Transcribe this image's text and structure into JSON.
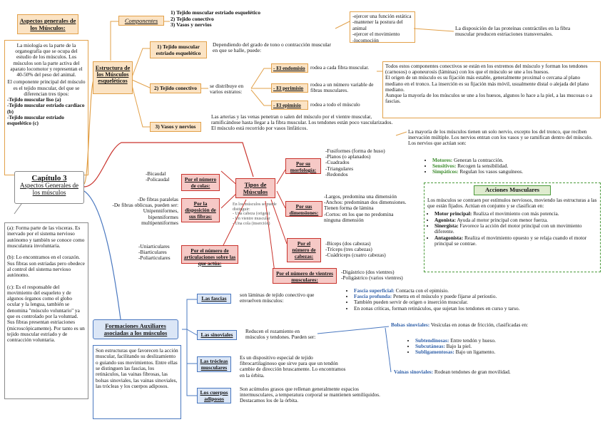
{
  "colors": {
    "orange": "#e2a14a",
    "red": "#c9332c",
    "blue": "#4a78c0",
    "green": "#4a9a3a"
  },
  "center": {
    "title": "Capítulo 3",
    "subtitle": "Aspectos Generales de los músculos"
  },
  "left": {
    "heading": "Aspectos generales de los Músculos:",
    "intro": "La miología es la parte de la organografía que se ocupa del estudio de los músculos. Los músculos son la parte activa del aparato locomotor y representan el 40-50% del peso del animal.",
    "types_intro": "El componente principal del músculo es el tejido muscular, del que se diferencian tres tipos:",
    "types": [
      "-Tejido muscular liso (a)",
      "-Tejido muscular estriado cardíaco (b)",
      "-Tejido muscular estriado esquelético (c)"
    ],
    "notes": [
      "(a): Forma parte de las vísceras. Es inervado por el sistema nervioso autónomo y también se conoce como musculatura involuntaria.",
      "(b): Lo encontramos en el corazón. Sus fibras son estriadas pero obedece al control del sistema nervioso autónomo.",
      "(c): Es el responsable del movimiento del esqueleto y de algunos órganos como el globo ocular y la lengua, también se denomina \"músculo voluntario\" ya que es controlado por la voluntad. Sus fibras presentan estriaciones (microscópicamente). Por tanto es un tejido muscular estriado y de contracción voluntaria."
    ]
  },
  "estructura": {
    "title": "Estructura de los Músculos esqueléticos",
    "componentes_label": "Componentes",
    "componentes": [
      "1) Tejido muscular estriado esquelético",
      "2) Tejido conectivo",
      "3) Vasos y nervios"
    ],
    "n1_label": "1) Tejido muscular estriado esquelético",
    "n1_text": "Dependiendo del grado de tono o contracción muscular en que se halle, puede:",
    "n1_list": [
      "-ejercer una función estática",
      "-mantener la postura del animal",
      "-ejercer el movimiento",
      "-locomoción"
    ],
    "n1_result": "La disposición de las proteínas contráctiles en la fibra muscular producen estriaciones transversales.",
    "n2_label": "2) Tejido conectivo",
    "n2_text": "se distribuye en varios estratos:",
    "endo_label": "- El endomisio",
    "endo_text": "rodea a cada fibra muscular.",
    "peri_label": "- El perimisio",
    "peri_text": "rodea a un número variable de fibras musculares.",
    "epi_label": "- El epimisio",
    "epi_text": "rodea a todo el músculo",
    "conective_note": [
      "Todos estos componentes conectivos se están en los extremos del músculo y forman los tendones (carnosos) o aponeurosis (láminas) con los que el músculo se une a los huesos.",
      "El origen de un músculo es su fijación más estable, generalmente proximal o cercana al plano mediano en el tronco. La inserción es su fijación más móvil, usualmente distal o alejada del plano mediano.",
      "Aunque la mayoría de los músculos se une a los huesos, algunos lo hace a la piel, a las mucosas o a fascias."
    ],
    "n3_label": "3) Vasos y nervios",
    "n3_text": "Las arterias y las venas penetran o salen del músculo por el vientre muscular, ramificándose hasta llegar a la fibra muscular. Los tendones están poco vascularizados. El músculo está recorrido por vasos linfáticos.",
    "n3_note": "La mayoría de los músculos tienen un solo nervio, excepto los del tronco, que reciben inervación múltiple. Los nervios entran con los vasos y se ramifican dentro del músculo. Los nervios que actúan son:",
    "nerves": [
      {
        "name": "Motores:",
        "text": "Generan la contracción."
      },
      {
        "name": "Sensitivos:",
        "text": "Recogen la sensibilidad."
      },
      {
        "name": "Simpáticos:",
        "text": "Regulan los vasos sanguíneos."
      }
    ]
  },
  "acciones": {
    "title": "Acciones Musculares",
    "intro": "Los músculos se contraen por estímulos nerviosos, moviendo las estructuras a las que están fijados. Actúan en conjunto y se clasifican en:",
    "items": [
      {
        "name": "Motor principal:",
        "text": "Realiza el movimiento con más potencia."
      },
      {
        "name": "Agonista:",
        "text": "Ayuda al motor principal con menor fuerza."
      },
      {
        "name": "Sinergista:",
        "text": "Favorece la acción del motor principal con un movimiento diferente."
      },
      {
        "name": "Antagonista:",
        "text": "Realiza el movimiento opuesto y se relaja cuando el motor principal se contrae."
      }
    ]
  },
  "tipos": {
    "title": "Tipos de Músculos",
    "distinguish": "En los músculos se puede distinguir:",
    "parts": [
      "- Una cabeza (origen)",
      "- Un vientre muscular",
      "- Una cola (inserción)"
    ],
    "colas": {
      "label": "Por el número de colas:",
      "items": [
        "-Bicaudal",
        "-Policaudal"
      ]
    },
    "fibras": {
      "label": "Por la disposición de sus fibras:",
      "items": [
        "-De fibras paralelas",
        "-De fibras oblicuas, pueden ser:",
        "Unipenniformes,",
        "bipenniformes",
        "multipenniformes"
      ]
    },
    "articulaciones": {
      "label": "Por el número de articulaciones sobre las que actúa:",
      "items": [
        "-Uniarticulares",
        "-Biarticulares",
        "-Poliarticulares"
      ]
    },
    "morfologia": {
      "label": "Por su morfología:",
      "items": [
        "-Fusiformes (forma de huso)",
        "-Planos (o aplanados)",
        "-Cuadrados",
        "-Triangulares",
        "-Redondos"
      ]
    },
    "dimensiones": {
      "label": "Por sus dimensiones:",
      "items": [
        "-Largos, predomina una dimensión",
        "-Anchos: predominan dos dimensiones.",
        "Tienen forma de lámina",
        "-Cortos: en los que no predomina",
        "ninguna dimensión"
      ]
    },
    "cabezas": {
      "label": "Por el número de cabezas:",
      "items": [
        "-Bíceps (dos cabezas)",
        "-Tríceps (tres cabezas)",
        "-Cuádriceps (cuatro cabezas)"
      ]
    },
    "vientres": {
      "label": "Por el número de vientres musculares:",
      "items": [
        "-Digástrico (dos vientres)",
        "-Poligástrico (varios vientres)"
      ]
    }
  },
  "auxiliares": {
    "title": "Formaciones Auxiliares asociadas a los músculos",
    "intro": "Son estructuras que favorecen la acción muscular, facilitando su deslizamiento o guiando sus movimientos. Entre ellas se distinguen las fascias, los retináculos, las vainas fibrosas, las bolsas sinoviales, las vainas sinoviales, las trócleas y los cuerpos adiposos.",
    "fascias": {
      "label": "Las fascias",
      "text": "son láminas de tejido conectivo que envuelven músculos:",
      "items": [
        {
          "name": "Fascia superficial:",
          "text": "Contacta con el epimisio."
        },
        {
          "name": "Fascia profunda:",
          "text": "Penetra en el músculo y puede fijarse al periostio."
        },
        {
          "name": "",
          "text": "También pueden servir de origen o inserción muscular."
        },
        {
          "name": "",
          "text": "En zonas críticas, forman retináculos, que sujetan los tendones en curso y tarso."
        }
      ]
    },
    "sinoviales": {
      "label": "Las sinoviales",
      "text": "Reducen el rozamiento en músculos y tendones. Pueden ser:",
      "bolsas": "Bolsas sinoviales:",
      "bolsas_text": "Vesículas en zonas de fricción, clasificadas en:",
      "sub": [
        {
          "name": "Subtendinosas:",
          "text": "Entre tendón y hueso."
        },
        {
          "name": "Subcutáneas:",
          "text": "Bajo la piel."
        },
        {
          "name": "Subligamentosas:",
          "text": "Bajo un ligamento."
        }
      ],
      "vainas": "Vainas sinoviales:",
      "vainas_text": "Rodean tendones de gran movilidad."
    },
    "trocleas": {
      "label": "Las trócleas musculares",
      "text": "Es un dispositivo especial de tejido fibrocartilaginoso que sirve para que un tendón cambie de dirección bruscamente. Lo encontramos en la órbita."
    },
    "adiposos": {
      "label": "Los cuerpos adiposos",
      "text": "Son acúmulos grasos que rellenan generalmente espacios intermusculares, a temperatura corporal se mantienen semilíquidos. Destacamos los de la órbita."
    }
  }
}
